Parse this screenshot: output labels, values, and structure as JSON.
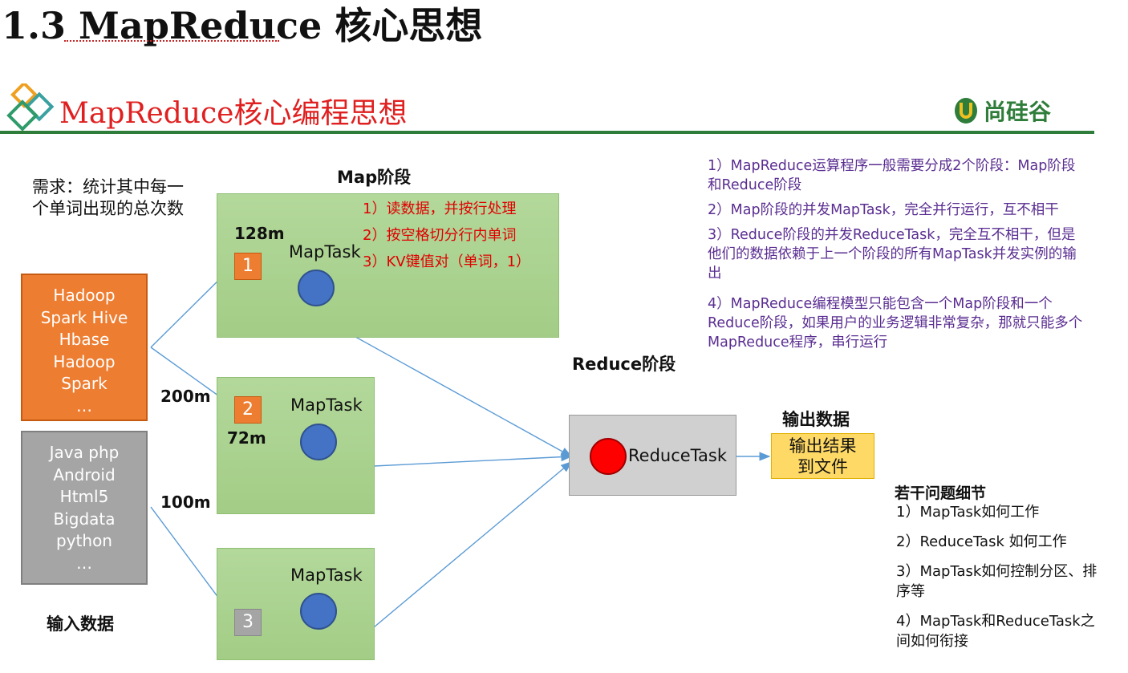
{
  "page_title": "1.3 MapReduce 核心思想",
  "slide_title": "MapReduce核心编程思想",
  "brand": {
    "name": "尚硅谷",
    "color": "#2f7d3a"
  },
  "requirement": "需求：统计其中每一个单词出现的总次数",
  "labels": {
    "map_stage": "Map阶段",
    "reduce_stage": "Reduce阶段",
    "output_data": "输出数据",
    "input_data": "输入数据"
  },
  "input_files": [
    {
      "lines": [
        "Hadoop",
        "Spark Hive",
        "Hbase",
        "Hadoop",
        "Spark",
        "…"
      ],
      "color": "#ed7d31"
    },
    {
      "lines": [
        "Java php",
        "Android",
        "Html5",
        "Bigdata",
        "python",
        "…"
      ],
      "color": "#a5a5a5"
    }
  ],
  "file_sizes": [
    "200m",
    "100m"
  ],
  "splits": [
    {
      "id": "1",
      "size": "128m",
      "color": "#ed7d31"
    },
    {
      "id": "2",
      "size": "72m",
      "color": "#ed7d31"
    },
    {
      "id": "3",
      "size": "",
      "color": "#a5a5a5"
    }
  ],
  "map_task_label": "MapTask",
  "map_steps": [
    "1）读数据，并按行处理",
    "2）按空格切分行内单词",
    "3）KV键值对（单词，1）"
  ],
  "reduce_task_label": "ReduceTask",
  "output_box": [
    "输出结果",
    "到文件"
  ],
  "notes": [
    "1）MapReduce运算程序一般需要分成2个阶段：Map阶段和Reduce阶段",
    "2）Map阶段的并发MapTask，完全并行运行，互不相干",
    "3）Reduce阶段的并发ReduceTask，完全互不相干，但是他们的数据依赖于上一个阶段的所有MapTask并发实例的输出",
    "4）MapReduce编程模型只能包含一个Map阶段和一个Reduce阶段，如果用户的业务逻辑非常复杂，那就只能多个MapReduce程序，串行运行"
  ],
  "details_title": "若干问题细节",
  "details": [
    "1）MapTask如何工作",
    "2）ReduceTask 如何工作",
    "3）MapTask如何控制分区、排序等",
    "4）MapTask和ReduceTask之间如何衔接"
  ],
  "colors": {
    "title_red": "#e02020",
    "notes_purple": "#5a2d91",
    "map_green": "#a9d18e",
    "map_circle": "#4472c4",
    "reduce_circle": "#ff0000",
    "output_yellow": "#ffd966",
    "arrow_blue": "#5b9bd5"
  },
  "icons": [
    "diamond-logo-icon",
    "brand-logo-icon"
  ]
}
